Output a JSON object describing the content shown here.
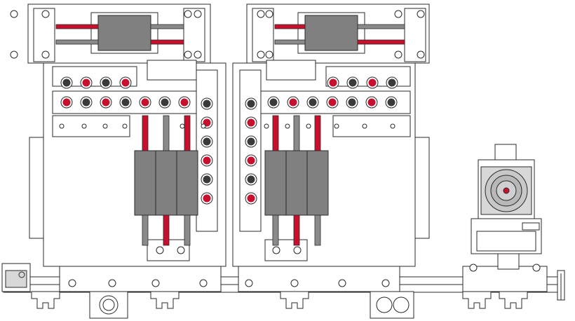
{
  "drawing": {
    "colors": {
      "background": "#ffffff",
      "line": "#2a2a2a",
      "plate": "#ffffff",
      "red_connector": "#c8102e",
      "dark_connector": "#3a3a3a",
      "block_gray": "#808080",
      "block_dark": "#5a5a5a",
      "pipe_red": "#c8102e",
      "pipe_gray": "#8a8a8a",
      "hole": "#ffffff"
    },
    "left_module_top_connector_row": [
      "dark",
      "red",
      "dark",
      "red"
    ],
    "left_module_second_connector_row": [
      "red",
      "dark",
      "red",
      "dark",
      "red",
      "dark",
      "red"
    ],
    "left_module_side_column": [
      "dark",
      "red",
      "dark",
      "red",
      "dark",
      "red"
    ],
    "right_module_top_connector_row": [
      "red",
      "dark",
      "red",
      "dark"
    ],
    "right_module_second_connector_row": [
      "dark",
      "red",
      "dark",
      "red",
      "dark",
      "red",
      "dark"
    ],
    "right_module_side_column": [
      "dark",
      "red",
      "dark",
      "red",
      "dark",
      "red"
    ],
    "left_vertical_pipes": [
      "red",
      "gray",
      "red"
    ],
    "left_lower_pipes": [
      "gray",
      "red",
      "gray"
    ],
    "right_vertical_pipes": [
      "red",
      "gray",
      "red"
    ],
    "right_lower_pipes": [
      "gray",
      "red",
      "gray"
    ]
  }
}
